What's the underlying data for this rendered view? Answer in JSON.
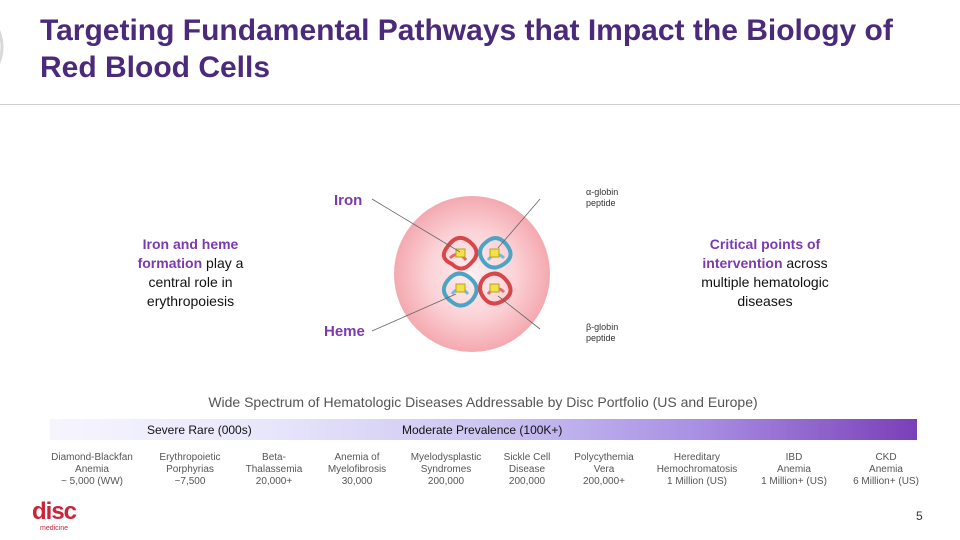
{
  "title": "Targeting Fundamental Pathways that Impact the Biology of Red Blood Cells",
  "diagram": {
    "iron_label": "Iron",
    "heme_label": "Heme",
    "alpha_label_line1": "α-globin",
    "alpha_label_line2": "peptide",
    "beta_label_line1": "β-globin",
    "beta_label_line2": "peptide"
  },
  "left_text": {
    "highlight": "Iron and heme formation",
    "rest": " play a central role in erythropoiesis"
  },
  "right_text": {
    "highlight": "Critical points of intervention",
    "rest": " across multiple hematologic diseases"
  },
  "spectrum": {
    "title": "Wide Spectrum of Hematologic Diseases Addressable by Disc Portfolio (US and Europe)",
    "severe_label": "Severe Rare (000s)",
    "moderate_label": "Moderate Prevalence (100K+)"
  },
  "diseases": [
    {
      "line1": "Diamond-Blackfan",
      "line2": "Anemia",
      "line3": "~ 5,000 (WW)"
    },
    {
      "line1": "Erythropoietic",
      "line2": "Porphyrias",
      "line3": "~7,500"
    },
    {
      "line1": "Beta-",
      "line2": "Thalassemia",
      "line3": "20,000+"
    },
    {
      "line1": "Anemia of",
      "line2": "Myelofibrosis",
      "line3": "30,000"
    },
    {
      "line1": "Myelodysplastic",
      "line2": "Syndromes",
      "line3": "200,000"
    },
    {
      "line1": "Sickle Cell",
      "line2": "Disease",
      "line3": "200,000"
    },
    {
      "line1": "Polycythemia",
      "line2": "Vera",
      "line3": "200,000+"
    },
    {
      "line1": "Hereditary",
      "line2": "Hemochromatosis",
      "line3": "1 Million (US)"
    },
    {
      "line1": "IBD",
      "line2": "Anemia",
      "line3": "1 Million+ (US)"
    },
    {
      "line1": "CKD",
      "line2": "Anemia",
      "line3": "6 Million+ (US)"
    }
  ],
  "logo": {
    "name": "disc",
    "sub": "medicine"
  },
  "page_number": "5",
  "colors": {
    "title": "#4b2a7b",
    "highlight": "#7b3ab0",
    "logo": "#c9253a",
    "cell": "#f6b8bd"
  }
}
